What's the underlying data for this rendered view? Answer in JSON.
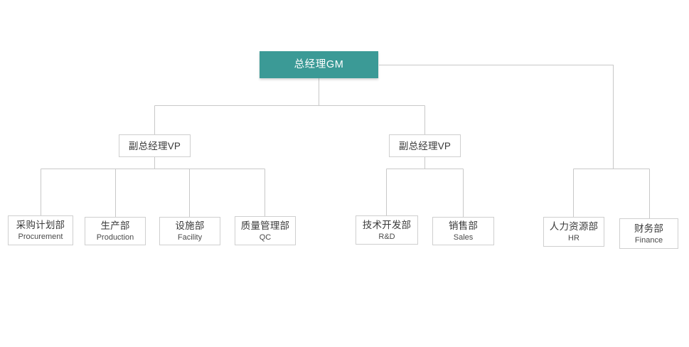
{
  "diagram": {
    "type": "organization-chart",
    "background_color": "#ffffff",
    "root_fill_color": "#3b9a96",
    "root_text_color": "#ffffff",
    "box_border_color": "#cfcfcf",
    "connector_color": "#c8c8c8",
    "text_color": "#3a3a3a"
  },
  "nodes": {
    "gm": {
      "title": "总经理GM",
      "subtitle": ""
    },
    "vp_left": {
      "title": "副总经理VP",
      "subtitle": ""
    },
    "vp_right": {
      "title": "副总经理VP",
      "subtitle": ""
    },
    "procurement": {
      "title": "采购计划部",
      "subtitle": "Procurement"
    },
    "production": {
      "title": "生产部",
      "subtitle": "Production"
    },
    "facility": {
      "title": "设施部",
      "subtitle": "Facility"
    },
    "qc": {
      "title": "质量管理部",
      "subtitle": "QC"
    },
    "rnd": {
      "title": "技术开发部",
      "subtitle": "R&D"
    },
    "sales": {
      "title": "销售部",
      "subtitle": "Sales"
    },
    "hr": {
      "title": "人力资源部",
      "subtitle": "HR"
    },
    "finance": {
      "title": "财务部",
      "subtitle": "Finance"
    }
  },
  "chart_data": {
    "type": "tree",
    "title": "",
    "root": "总经理GM",
    "levels": 3,
    "edges": [
      {
        "from": "总经理GM",
        "to": "副总经理VP (left)"
      },
      {
        "from": "总经理GM",
        "to": "副总经理VP (right)"
      },
      {
        "from": "总经理GM",
        "to": "人力资源部 HR"
      },
      {
        "from": "总经理GM",
        "to": "财务部 Finance"
      },
      {
        "from": "副总经理VP (left)",
        "to": "采购计划部 Procurement"
      },
      {
        "from": "副总经理VP (left)",
        "to": "生产部 Production"
      },
      {
        "from": "副总经理VP (left)",
        "to": "设施部 Facility"
      },
      {
        "from": "副总经理VP (left)",
        "to": "质量管理部 QC"
      },
      {
        "from": "副总经理VP (right)",
        "to": "技术开发部 R&D"
      },
      {
        "from": "副总经理VP (right)",
        "to": "销售部 Sales"
      }
    ]
  }
}
